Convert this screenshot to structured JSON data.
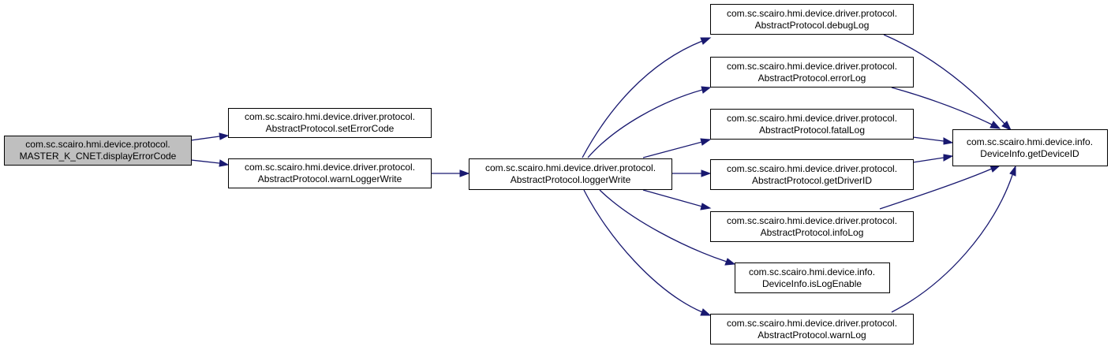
{
  "colors": {
    "edge": "#191970",
    "root_fill": "#bfbfbf",
    "node_fill": "#ffffff",
    "border": "#000000"
  },
  "nodes": {
    "root": {
      "line1": "com.sc.scairo.hmi.device.protocol.",
      "line2": "MASTER_K_CNET.displayErrorCode"
    },
    "setErrorCode": {
      "line1": "com.sc.scairo.hmi.device.driver.protocol.",
      "line2": "AbstractProtocol.setErrorCode"
    },
    "warnLoggerWrite": {
      "line1": "com.sc.scairo.hmi.device.driver.protocol.",
      "line2": "AbstractProtocol.warnLoggerWrite"
    },
    "loggerWrite": {
      "line1": "com.sc.scairo.hmi.device.driver.protocol.",
      "line2": "AbstractProtocol.loggerWrite"
    },
    "debugLog": {
      "line1": "com.sc.scairo.hmi.device.driver.protocol.",
      "line2": "AbstractProtocol.debugLog"
    },
    "errorLog": {
      "line1": "com.sc.scairo.hmi.device.driver.protocol.",
      "line2": "AbstractProtocol.errorLog"
    },
    "fatalLog": {
      "line1": "com.sc.scairo.hmi.device.driver.protocol.",
      "line2": "AbstractProtocol.fatalLog"
    },
    "getDriverID": {
      "line1": "com.sc.scairo.hmi.device.driver.protocol.",
      "line2": "AbstractProtocol.getDriverID"
    },
    "infoLog": {
      "line1": "com.sc.scairo.hmi.device.driver.protocol.",
      "line2": "AbstractProtocol.infoLog"
    },
    "isLogEnable": {
      "line1": "com.sc.scairo.hmi.device.info.",
      "line2": "DeviceInfo.isLogEnable"
    },
    "warnLog": {
      "line1": "com.sc.scairo.hmi.device.driver.protocol.",
      "line2": "AbstractProtocol.warnLog"
    },
    "getDeviceID": {
      "line1": "com.sc.scairo.hmi.device.info.",
      "line2": "DeviceInfo.getDeviceID"
    }
  },
  "edges": [
    {
      "from": "root",
      "to": "setErrorCode"
    },
    {
      "from": "root",
      "to": "warnLoggerWrite"
    },
    {
      "from": "warnLoggerWrite",
      "to": "loggerWrite"
    },
    {
      "from": "loggerWrite",
      "to": "debugLog"
    },
    {
      "from": "loggerWrite",
      "to": "errorLog"
    },
    {
      "from": "loggerWrite",
      "to": "fatalLog"
    },
    {
      "from": "loggerWrite",
      "to": "getDriverID"
    },
    {
      "from": "loggerWrite",
      "to": "infoLog"
    },
    {
      "from": "loggerWrite",
      "to": "isLogEnable"
    },
    {
      "from": "loggerWrite",
      "to": "warnLog"
    },
    {
      "from": "debugLog",
      "to": "getDeviceID"
    },
    {
      "from": "errorLog",
      "to": "getDeviceID"
    },
    {
      "from": "fatalLog",
      "to": "getDeviceID"
    },
    {
      "from": "getDriverID",
      "to": "getDeviceID"
    },
    {
      "from": "infoLog",
      "to": "getDeviceID"
    },
    {
      "from": "warnLog",
      "to": "getDeviceID"
    }
  ]
}
